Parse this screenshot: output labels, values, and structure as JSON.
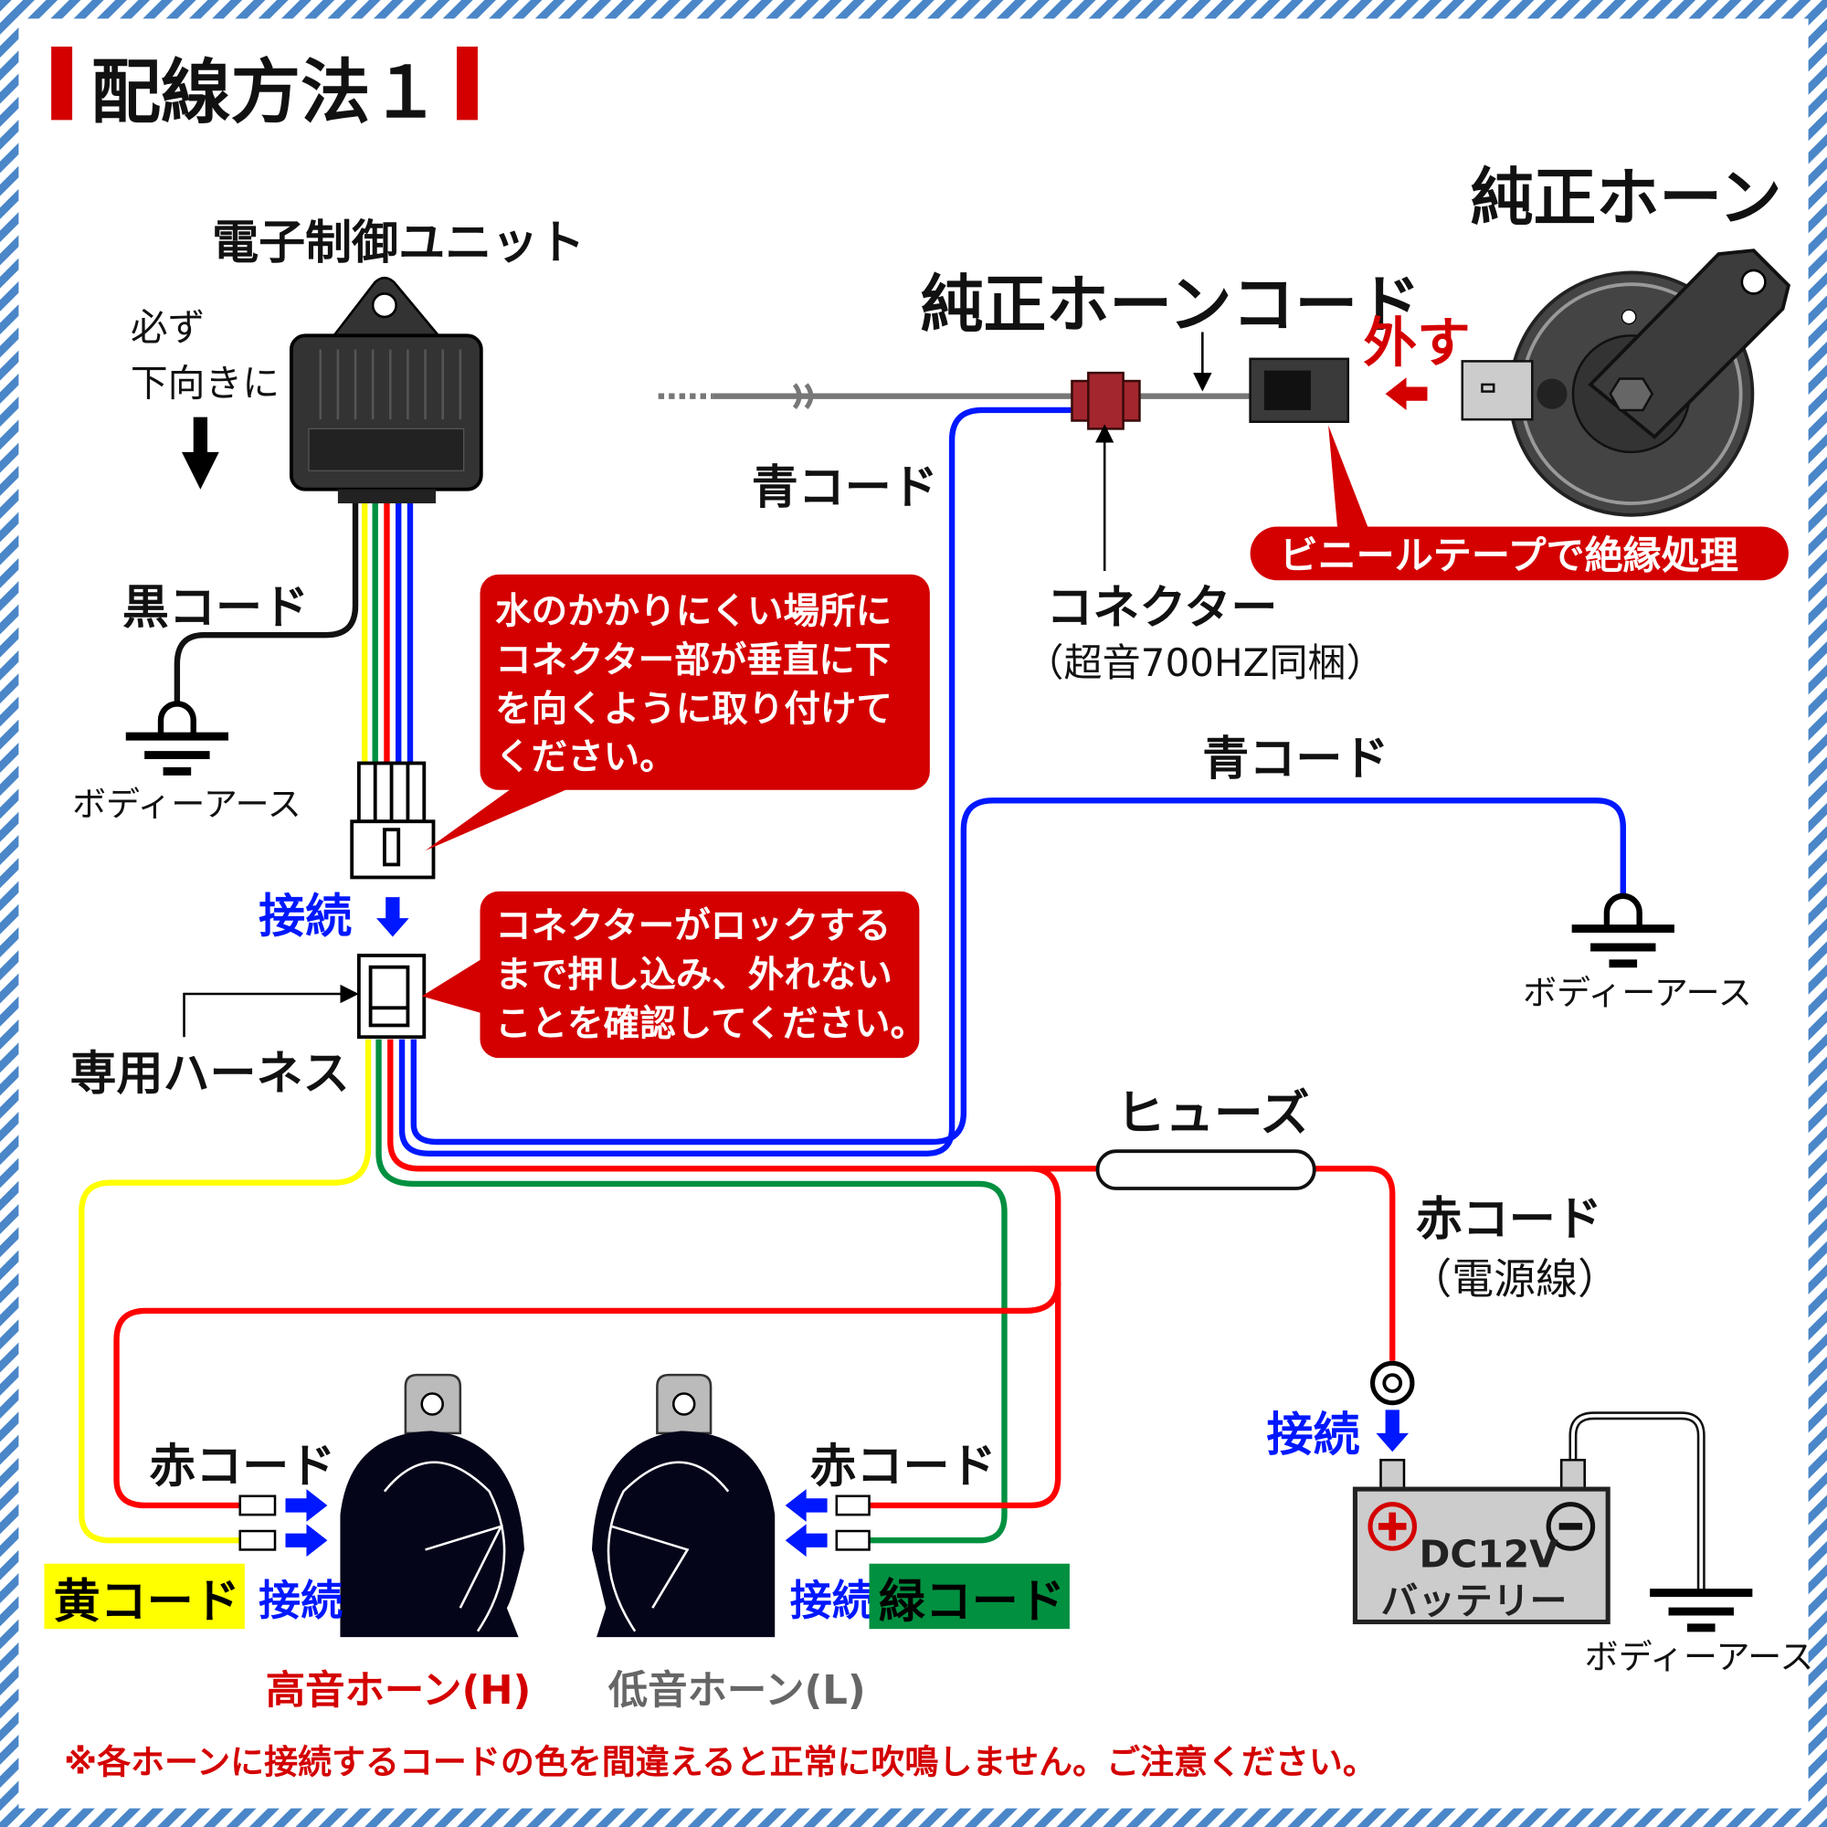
{
  "title": "配線方法１",
  "colors": {
    "accent_red": "#d40000",
    "blue_wire": "#0018ff",
    "yellow_wire": "#ffff00",
    "green_wire": "#009040",
    "red_wire": "#ff0000",
    "border_stripe": "#4a86c8"
  },
  "ecu": {
    "label": "電子制御ユニット",
    "note_line1": "必ず",
    "note_line2": "下向きに"
  },
  "black_cord": {
    "label": "黒コード",
    "ground_label": "ボディーアース"
  },
  "harness": {
    "connect_label": "接続",
    "label": "専用ハーネス"
  },
  "callout1": {
    "lines": [
      "水のかかりにくい場所に",
      "コネクター部が垂直に下",
      "を向くように取り付けて",
      "ください。"
    ]
  },
  "callout2": {
    "lines": [
      "コネクターがロックする",
      "まで押し込み、外れない",
      "ことを確認してください。"
    ]
  },
  "stock_horn": {
    "label": "純正ホーン",
    "cord_label": "純正ホーンコード",
    "remove_label": "外す",
    "tape_note": "ビニールテープで絶縁処理"
  },
  "connector": {
    "label": "コネクター",
    "sub": "（超音700HZ同梱）"
  },
  "blue_cord1": "青コード",
  "blue_cord2": {
    "label": "青コード",
    "ground_label": "ボディーアース"
  },
  "fuse": {
    "label": "ヒューズ"
  },
  "red_power": {
    "label": "赤コード",
    "sub": "（電源線）",
    "connect_label": "接続"
  },
  "battery": {
    "line1": "DC12V",
    "line2": "バッテリー",
    "ground_label": "ボディーアース"
  },
  "horns": {
    "left_red": "赤コード",
    "right_red": "赤コード",
    "yellow": "黄コード",
    "green": "緑コード",
    "connect_left": "接続",
    "connect_right": "接続",
    "high": "高音ホーン(H)",
    "low": "低音ホーン(L)"
  },
  "footnote": "※各ホーンに接続するコードの色を間違えると正常に吹鳴しません。ご注意ください。"
}
